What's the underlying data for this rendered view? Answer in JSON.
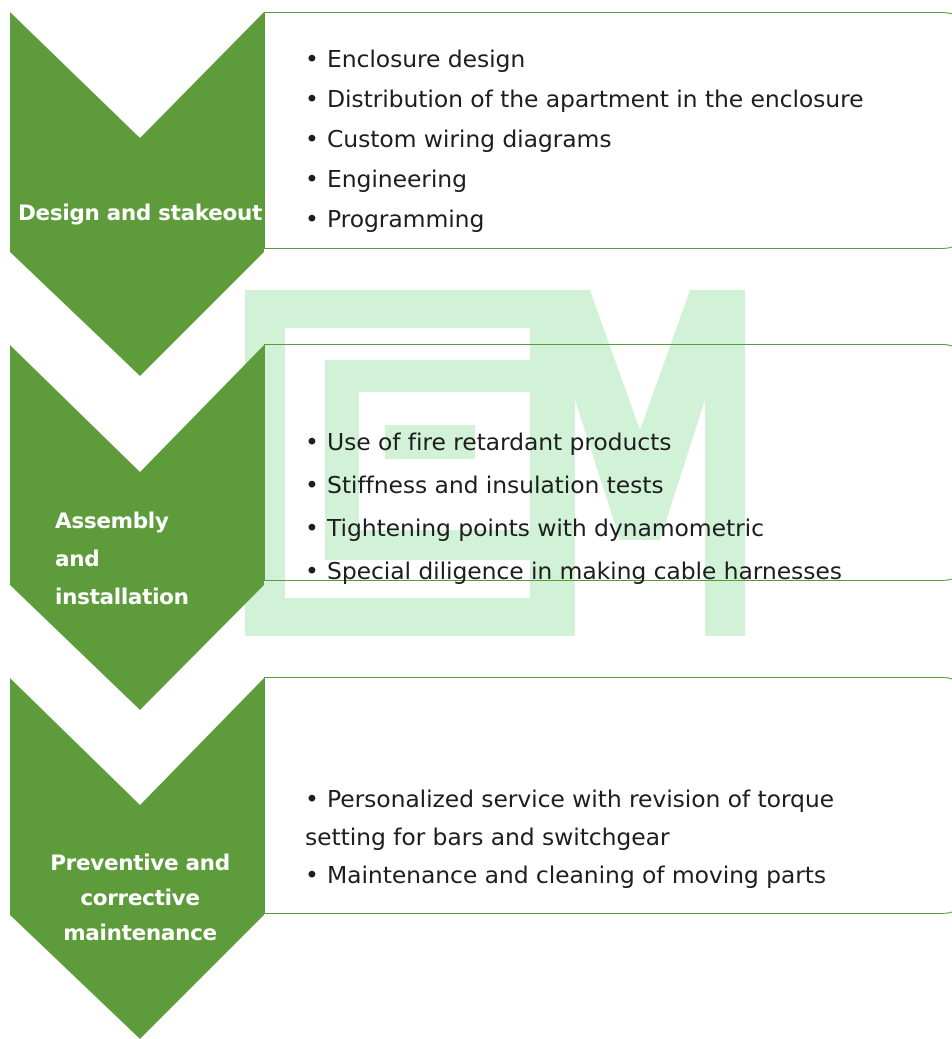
{
  "colors": {
    "chevron": "#5d9b3b",
    "card_border": "#5a9a3a",
    "watermark": "#c8f0cf",
    "text": "#1e1e1e",
    "label_text": "#ffffff"
  },
  "watermark": {
    "logo": "EM-logo-watermark"
  },
  "stages": [
    {
      "label": "Design and stakeout",
      "items": [
        "Enclosure design",
        "Distribution of the apartment in the enclosure",
        "Custom wiring diagrams",
        "Engineering",
        "Programming"
      ]
    },
    {
      "label_lines": [
        "Assembly",
        "and",
        "installation"
      ],
      "items": [
        "Use of fire retardant products",
        "Stiffness and insulation tests",
        "Tightening points with dynamometric",
        "Special diligence in making cable harnesses"
      ]
    },
    {
      "label_lines": [
        "Preventive and",
        "corrective",
        "maintenance"
      ],
      "items": [
        "Personalized service with revision of torque",
        "setting for bars and switchgear",
        "Maintenance and cleaning of moving parts"
      ]
    }
  ]
}
